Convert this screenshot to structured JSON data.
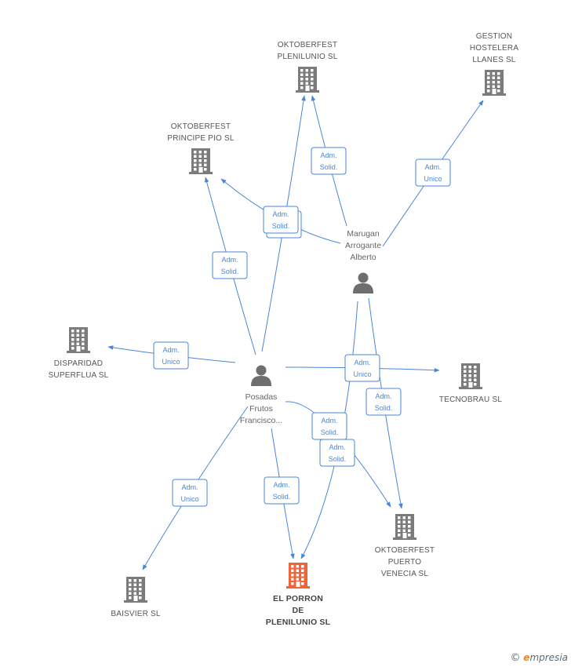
{
  "colors": {
    "building": "#7b7b7b",
    "building_main": "#f0643a",
    "person": "#6e6e6e",
    "edge": "#4a86d8"
  },
  "companies": [
    {
      "id": "oktoberfest-plenilunio",
      "lines": [
        "OKTOBERFEST",
        "PLENILUNIO SL"
      ],
      "main": false
    },
    {
      "id": "gestion-hostelera",
      "lines": [
        "GESTION",
        "HOSTELERA",
        "LLANES SL"
      ],
      "main": false
    },
    {
      "id": "oktoberfest-principe-pio",
      "lines": [
        "OKTOBERFEST",
        "PRINCIPE PIO SL"
      ],
      "main": false
    },
    {
      "id": "disparidad-superflua",
      "lines": [
        "DISPARIDAD",
        "SUPERFLUA SL"
      ],
      "main": false
    },
    {
      "id": "tecnobrau",
      "lines": [
        "TECNOBRAU SL"
      ],
      "main": false
    },
    {
      "id": "oktoberfest-puerto-venecia",
      "lines": [
        "OKTOBERFEST",
        "PUERTO",
        "VENECIA SL"
      ],
      "main": false
    },
    {
      "id": "baisvier",
      "lines": [
        "BAISVIER SL"
      ],
      "main": false
    },
    {
      "id": "el-porron",
      "lines": [
        "EL PORRON",
        "DE",
        "PLENILUNIO SL"
      ],
      "main": true
    }
  ],
  "people": [
    {
      "id": "marugan",
      "lines": [
        "Marugan",
        "Arrogante",
        "Alberto"
      ]
    },
    {
      "id": "posadas",
      "lines": [
        "Posadas",
        "Frutos",
        "Francisco..."
      ]
    }
  ],
  "edges": [
    {
      "from": "posadas",
      "to": "oktoberfest-plenilunio",
      "label": [
        "Adm.",
        "Solid."
      ]
    },
    {
      "from": "posadas",
      "to": "oktoberfest-principe-pio",
      "label": [
        "Adm.",
        "Solid."
      ]
    },
    {
      "from": "posadas",
      "to": "disparidad-superflua",
      "label": [
        "Adm.",
        "Unico"
      ]
    },
    {
      "from": "posadas",
      "to": "tecnobrau",
      "label": [
        "Adm.",
        "Unico"
      ]
    },
    {
      "from": "posadas",
      "to": "oktoberfest-puerto-venecia",
      "label": [
        "Adm.",
        "Solid."
      ]
    },
    {
      "from": "posadas",
      "to": "baisvier",
      "label": [
        "Adm.",
        "Unico"
      ]
    },
    {
      "from": "posadas",
      "to": "el-porron",
      "label": [
        "Adm.",
        "Solid."
      ]
    },
    {
      "from": "marugan",
      "to": "oktoberfest-plenilunio",
      "label": [
        "Adm.",
        "Solid."
      ]
    },
    {
      "from": "marugan",
      "to": "gestion-hostelera",
      "label": [
        "Adm.",
        "Unico"
      ]
    },
    {
      "from": "marugan",
      "to": "oktoberfest-principe-pio",
      "label": [
        "Adm.",
        "Solid."
      ]
    },
    {
      "from": "marugan",
      "to": "oktoberfest-puerto-venecia",
      "label": [
        "Adm.",
        "Solid."
      ]
    },
    {
      "from": "marugan",
      "to": "el-porron",
      "label": [
        "Adm.",
        "Solid."
      ]
    }
  ],
  "footer": {
    "copyright": "©",
    "brand_first": "e",
    "brand_rest": "mpresia"
  }
}
